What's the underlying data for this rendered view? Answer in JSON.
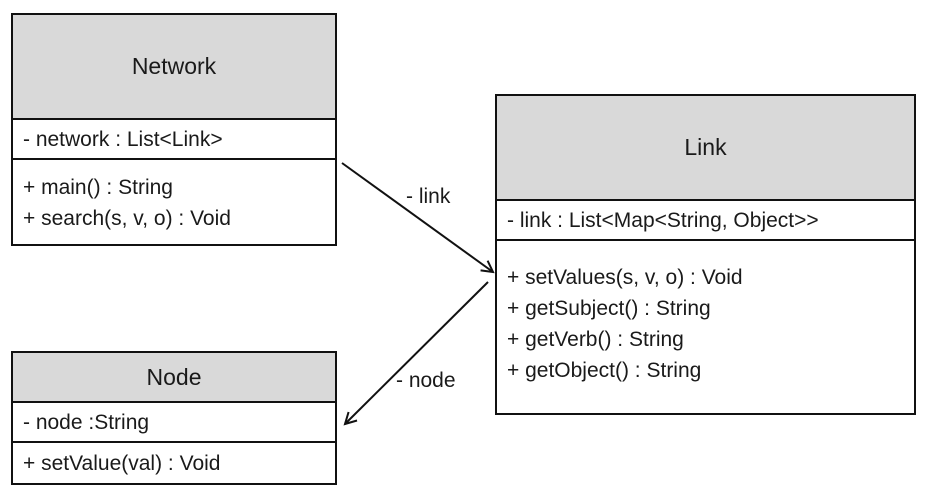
{
  "classes": {
    "network": {
      "name": "Network",
      "attributes": [
        "- network : List<Link>"
      ],
      "operations": [
        "+ main() : String",
        "+ search(s, v, o) : Void"
      ]
    },
    "link": {
      "name": "Link",
      "attributes": [
        "- link : List<Map<String, Object>>"
      ],
      "operations": [
        "+ setValues(s, v, o) : Void",
        "+ getSubject() : String",
        "+ getVerb() : String",
        "+ getObject() : String"
      ]
    },
    "node": {
      "name": "Node",
      "attributes": [
        "- node :String"
      ],
      "operations": [
        "+ setValue(val) : Void"
      ]
    }
  },
  "associations": {
    "network_to_link": {
      "label": "- link"
    },
    "link_to_node": {
      "label": "- node"
    }
  },
  "colors": {
    "header_fill": "#d9d9d9",
    "border": "#111111",
    "background": "#ffffff"
  }
}
